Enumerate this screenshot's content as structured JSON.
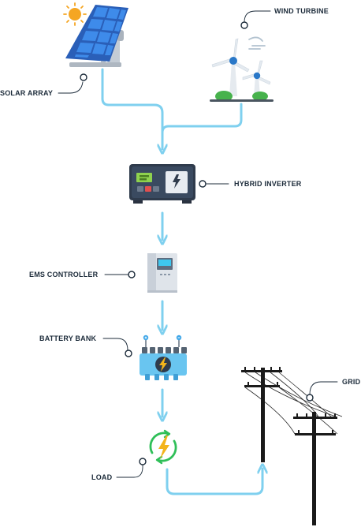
{
  "labels": {
    "solar_array": "SOLAR ARRAY",
    "wind_turbine": "WIND TURBINE",
    "hybrid_inverter": "HYBRID INVERTER",
    "ems_controller": "EMS CONTROLLER",
    "battery_bank": "BATTERY BANK",
    "load": "LOAD",
    "grid": "GRID"
  },
  "colors": {
    "flow_line": "#7fd0ef",
    "label_text": "#1c2b3a",
    "panel_blue": "#2f6fd1",
    "battery_body": "#69c5f0",
    "bolt": "#f3b41b",
    "sun": "#f5a623",
    "load_ring": "#2fbf58",
    "grid_pole": "#1a1a1a"
  },
  "icons": {
    "solar": "solar-panel-icon",
    "wind": "wind-turbine-icon",
    "inverter": "inverter-icon",
    "ems": "controller-cabinet-icon",
    "battery": "battery-icon",
    "load": "load-bolt-icon",
    "grid": "power-pole-icon"
  }
}
